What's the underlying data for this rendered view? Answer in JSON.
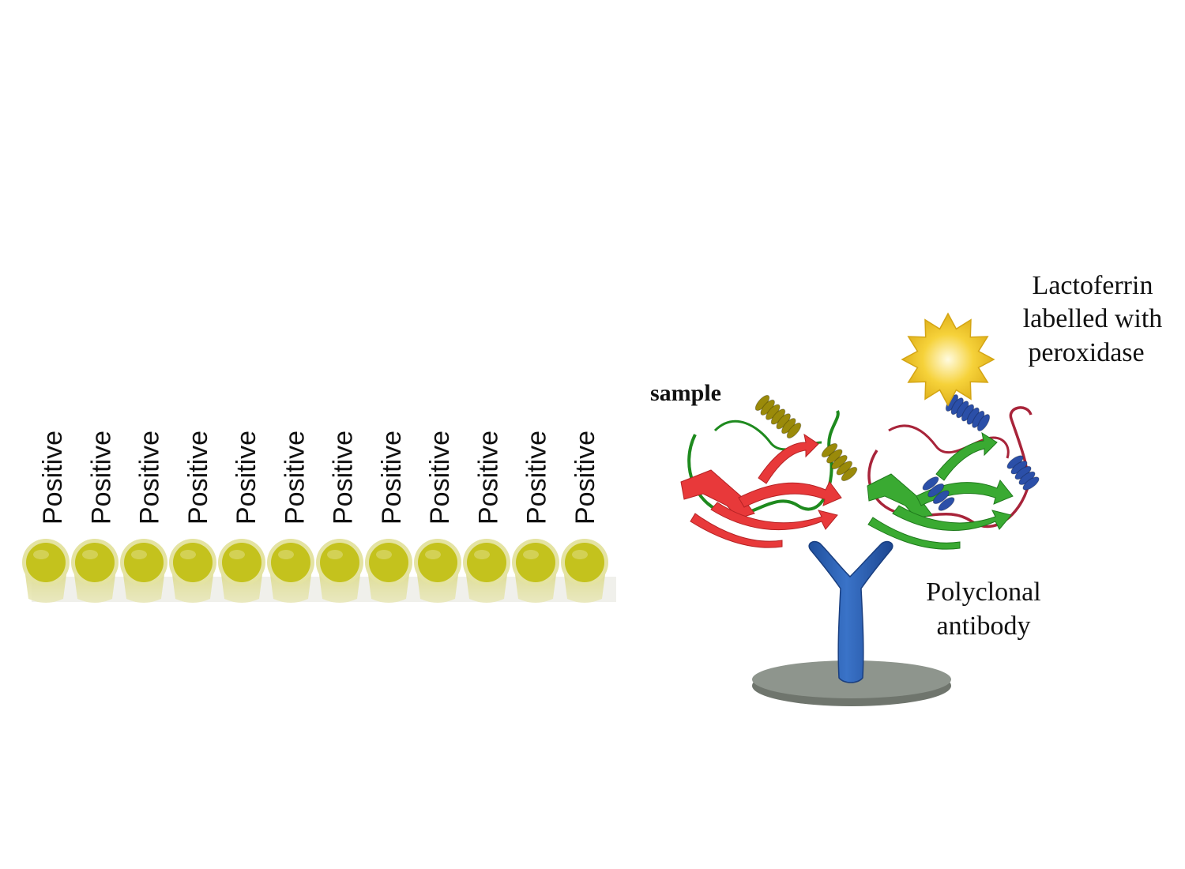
{
  "wells": {
    "labels": [
      "Positive",
      "Positive",
      "Positive",
      "Positive",
      "Positive",
      "Positive",
      "Positive",
      "Positive",
      "Positive",
      "Positive",
      "Positive",
      "Positive"
    ],
    "fill_color": "#c4c21d",
    "rim_color": "#e4e3a2"
  },
  "labels": {
    "sample": "sample",
    "conjugate": [
      "Lactoferrin",
      "labelled with",
      "peroxidase"
    ],
    "antibody": [
      "Polyclonal",
      "antibody"
    ]
  },
  "colors": {
    "sample_sheet": "#e8393a",
    "sample_helix": "#9a8a0a",
    "sample_coil": "#1e8a1e",
    "conjugate_sheet": "#3aaa32",
    "conjugate_helix": "#2b4fa8",
    "conjugate_coil": "#a8243a",
    "antibody": "#2f63b8",
    "plate": "#8e958d",
    "peroxidase": "#f6d23a"
  }
}
